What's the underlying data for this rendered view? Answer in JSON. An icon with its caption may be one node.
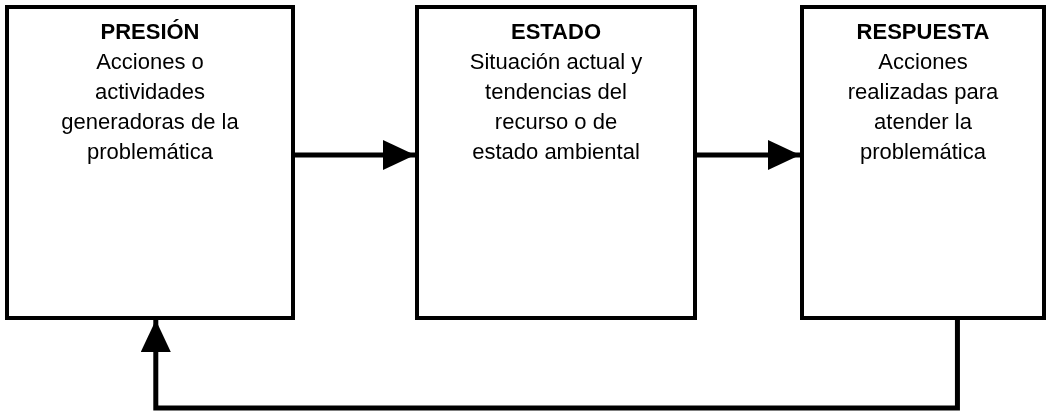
{
  "diagram": {
    "nodes": [
      {
        "text": [
          "PRESIÓN",
          "Acciones o actividades generadoras de la problemática"
        ]
      },
      {
        "text": [
          "ESTADO",
          "Situación actual y tendencias del recurso o de estado ambiental"
        ]
      },
      {
        "text": [
          "RESPUESTA",
          "Acciones realizadas para atender la problemática"
        ]
      }
    ],
    "edges": [
      {
        "from": 0,
        "to": 1,
        "arrow": "to"
      },
      {
        "from": 1,
        "to": 2,
        "arrow": "to"
      },
      {
        "from": 2,
        "to": 0,
        "arrow": "to"
      }
    ]
  }
}
